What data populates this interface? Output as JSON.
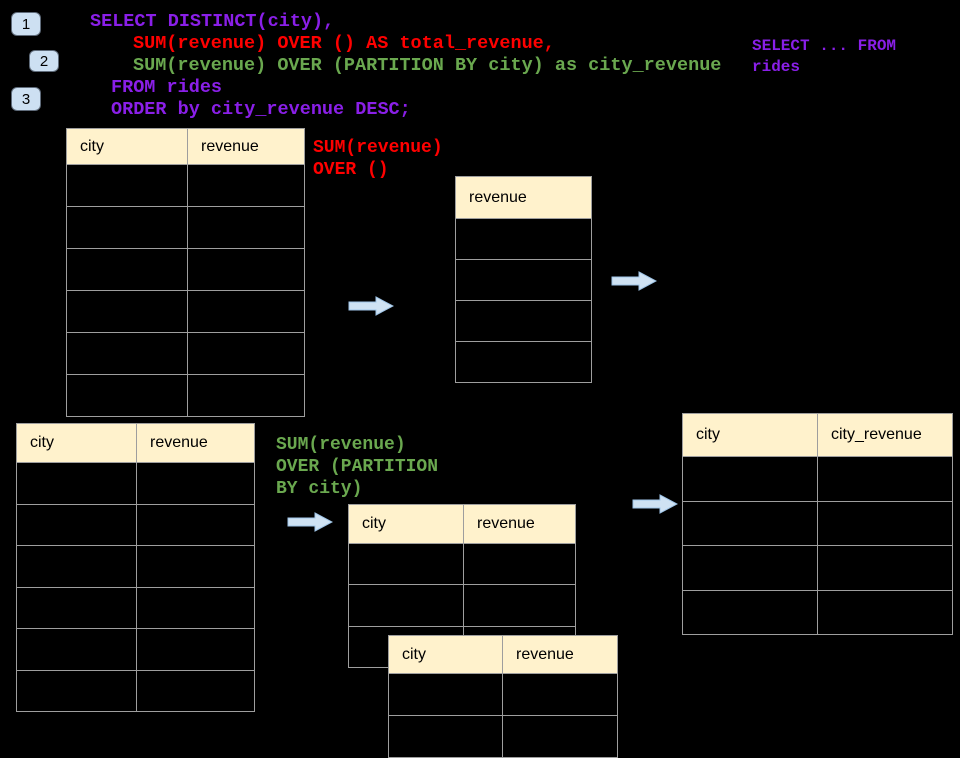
{
  "badges": [
    {
      "label": "1"
    },
    {
      "label": "2"
    },
    {
      "label": "3"
    }
  ],
  "code": {
    "lines": [
      {
        "text": "SELECT DISTINCT(city),",
        "color": "#8A1FE8"
      },
      {
        "text": "SUM(revenue) OVER () AS total_revenue,",
        "color": "#FF0000"
      },
      {
        "text": "SUM(revenue) OVER (PARTITION BY city) as city_revenue",
        "color": "#6AA84F"
      },
      {
        "text": "FROM rides",
        "color": "#8A1FE8"
      },
      {
        "text": "ORDER by city_revenue DESC;",
        "color": "#8A1FE8"
      }
    ]
  },
  "side_note": {
    "lines": [
      "SELECT ... FROM",
      "rides"
    ],
    "color": "#8A1FE8"
  },
  "labels": {
    "total": {
      "lines": [
        "SUM(revenue)",
        "OVER ()"
      ],
      "color": "#FF0000"
    },
    "partition": {
      "lines": [
        "SUM(revenue)",
        "OVER (PARTITION",
        "BY city)"
      ],
      "color": "#6AA84F"
    }
  },
  "tables": {
    "source_top": {
      "headers": [
        "city",
        "revenue"
      ],
      "body_rows": 6
    },
    "projection_revenue": {
      "headers": [
        "revenue"
      ],
      "body_rows": 4
    },
    "source_bottom": {
      "headers": [
        "city",
        "revenue"
      ],
      "body_rows": 6
    },
    "partition_back": {
      "headers": [
        "city",
        "revenue"
      ],
      "body_rows": 3
    },
    "partition_front": {
      "headers": [
        "city",
        "revenue"
      ],
      "body_rows": 2
    },
    "result_city_revenue": {
      "headers": [
        "city",
        "city_revenue"
      ],
      "body_rows": 4
    }
  },
  "colors": {
    "background": "#000000",
    "sql_purple": "#8A1FE8",
    "sql_red": "#FF0000",
    "sql_green": "#6AA84F",
    "table_header_fill": "#FFF2CC",
    "table_border": "#9e9e9e",
    "arrow_fill": "#CFE2F3",
    "arrow_stroke": "#9FC5E8",
    "badge_fill": "#CDE0F2"
  }
}
